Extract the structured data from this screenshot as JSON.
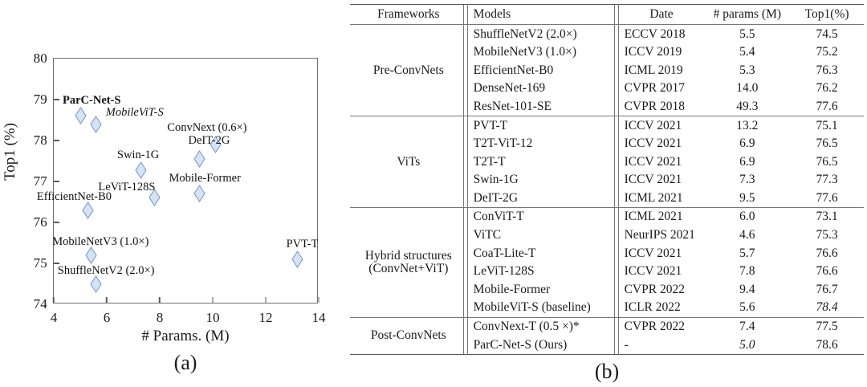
{
  "chart_data": {
    "type": "scatter",
    "title": "",
    "xlabel": "# Params. (M)",
    "ylabel": "Top1 (%)",
    "xlim": [
      4,
      14
    ],
    "ylim": [
      74,
      80
    ],
    "xticks": [
      4,
      6,
      8,
      10,
      12,
      14
    ],
    "yticks": [
      74,
      75,
      76,
      77,
      78,
      79,
      80
    ],
    "grid": false,
    "legend": "none",
    "marker": "diamond",
    "marker_fill": "#d6e3f4",
    "marker_stroke": "#6d94c6",
    "points": [
      {
        "name": "ParC-Net-S",
        "x": 5.0,
        "y": 78.6,
        "style": "bold",
        "label_dx": -22,
        "label_dy": -26
      },
      {
        "name": "MobileViT-S",
        "x": 5.6,
        "y": 78.4,
        "style": "italic",
        "label_dx": 12,
        "label_dy": -22
      },
      {
        "name": "ConvNext (0.6×)",
        "x": 10.1,
        "y": 77.9,
        "style": "normal",
        "label_dx": -60,
        "label_dy": -28
      },
      {
        "name": "DeIT-2G",
        "x": 9.5,
        "y": 77.55,
        "style": "normal",
        "label_dx": -14,
        "label_dy": -30
      },
      {
        "name": "Swin-1G",
        "x": 7.3,
        "y": 77.27,
        "style": "normal",
        "label_dx": -30,
        "label_dy": -26
      },
      {
        "name": "Mobile-Former",
        "x": 9.5,
        "y": 76.7,
        "style": "normal",
        "label_dx": -38,
        "label_dy": -26
      },
      {
        "name": "LeViT-128S",
        "x": 7.8,
        "y": 76.6,
        "style": "normal",
        "label_dx": -70,
        "label_dy": -20
      },
      {
        "name": "EfficientNet-B0",
        "x": 5.3,
        "y": 76.3,
        "style": "normal",
        "label_dx": -64,
        "label_dy": -24
      },
      {
        "name": "MobileNetV3 (1.0×)",
        "x": 5.4,
        "y": 75.2,
        "style": "normal",
        "label_dx": -48,
        "label_dy": -24
      },
      {
        "name": "ShuffleNetV2 (2.0×)",
        "x": 5.6,
        "y": 74.5,
        "style": "normal",
        "label_dx": -48,
        "label_dy": -24
      },
      {
        "name": "PVT-T",
        "x": 13.2,
        "y": 75.1,
        "style": "normal",
        "label_dx": -14,
        "label_dy": -26
      }
    ]
  },
  "panel_a": {
    "caption": "(a)",
    "x_axis_title": "# Params. (M)",
    "y_axis_title": "Top1 (%)"
  },
  "panel_b": {
    "caption": "(b)",
    "headers": [
      "Frameworks",
      "Models",
      "Date",
      "# params (M)",
      "Top1(%)"
    ],
    "groups": [
      {
        "framework": "Pre-ConvNets",
        "rows": [
          {
            "model": "ShuffleNetV2 (2.0×)",
            "date": "ECCV 2018",
            "params": "5.5",
            "top1": "74.5",
            "params_style": "normal",
            "top1_style": "normal"
          },
          {
            "model": "MobileNetV3 (1.0×)",
            "date": "ICCV 2019",
            "params": "5.4",
            "top1": "75.2",
            "params_style": "normal",
            "top1_style": "normal"
          },
          {
            "model": "EfficientNet-B0",
            "date": "ICML 2019",
            "params": "5.3",
            "top1": "76.3",
            "params_style": "normal",
            "top1_style": "normal"
          },
          {
            "model": "DenseNet-169",
            "date": "CVPR 2017",
            "params": "14.0",
            "top1": "76.2",
            "params_style": "normal",
            "top1_style": "normal"
          },
          {
            "model": "ResNet-101-SE",
            "date": "CVPR 2018",
            "params": "49.3",
            "top1": "77.6",
            "params_style": "normal",
            "top1_style": "normal"
          }
        ]
      },
      {
        "framework": "ViTs",
        "rows": [
          {
            "model": "PVT-T",
            "date": "ICCV 2021",
            "params": "13.2",
            "top1": "75.1",
            "params_style": "normal",
            "top1_style": "normal"
          },
          {
            "model": "T2T-ViT-12",
            "date": "ICCV 2021",
            "params": "6.9",
            "top1": "76.5",
            "params_style": "normal",
            "top1_style": "normal"
          },
          {
            "model": "T2T-T",
            "date": "ICCV 2021",
            "params": "6.9",
            "top1": "76.5",
            "params_style": "normal",
            "top1_style": "normal"
          },
          {
            "model": "Swin-1G",
            "date": "ICCV 2021",
            "params": "7.3",
            "top1": "77.3",
            "params_style": "normal",
            "top1_style": "normal"
          },
          {
            "model": "DeIT-2G",
            "date": "ICML 2021",
            "params": "9.5",
            "top1": "77.6",
            "params_style": "normal",
            "top1_style": "normal"
          }
        ]
      },
      {
        "framework": "Hybrid structures",
        "framework_line2": "(ConvNet+ViT)",
        "rows": [
          {
            "model": "ConViT-T",
            "date": "ICML 2021",
            "params": "6.0",
            "top1": "73.1",
            "params_style": "normal",
            "top1_style": "normal"
          },
          {
            "model": "ViTC",
            "date": "NeurIPS 2021",
            "params": "4.6",
            "top1": "75.3",
            "params_style": "bold",
            "top1_style": "normal"
          },
          {
            "model": "CoaT-Lite-T",
            "date": "ICCV 2021",
            "params": "5.7",
            "top1": "76.6",
            "params_style": "normal",
            "top1_style": "normal"
          },
          {
            "model": "LeViT-128S",
            "date": "ICCV 2021",
            "params": "7.8",
            "top1": "76.6",
            "params_style": "normal",
            "top1_style": "normal"
          },
          {
            "model": "Mobile-Former",
            "date": "CVPR 2022",
            "params": "9.4",
            "top1": "76.7",
            "params_style": "normal",
            "top1_style": "normal"
          },
          {
            "model": "MobileViT-S (baseline)",
            "date": "ICLR 2022",
            "params": "5.6",
            "top1": "78.4",
            "params_style": "normal",
            "top1_style": "italic"
          }
        ]
      },
      {
        "framework": "Post-ConvNets",
        "rows": [
          {
            "model": "ConvNext-T (0.5 ×)*",
            "date": "CVPR 2022",
            "params": "7.4",
            "top1": "77.5",
            "params_style": "normal",
            "top1_style": "normal"
          },
          {
            "model": "ParC-Net-S  (Ours)",
            "date": "-",
            "params": "5.0",
            "top1": "78.6",
            "params_style": "italic",
            "top1_style": "bold"
          }
        ]
      }
    ]
  }
}
